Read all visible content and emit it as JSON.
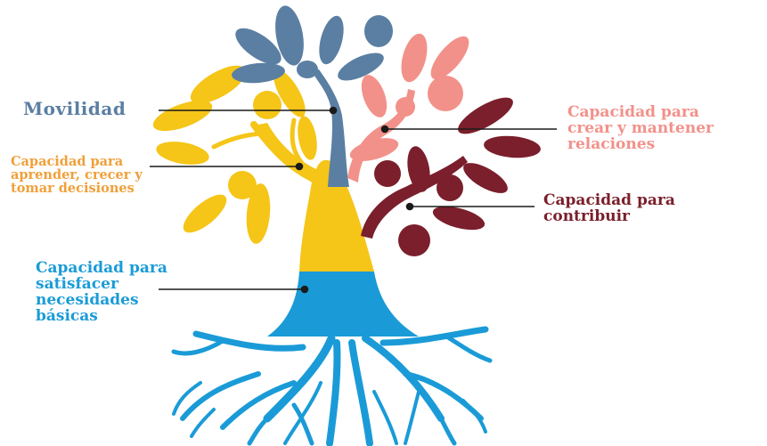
{
  "labels": {
    "movilidad": "Movilidad",
    "aprender": "Capacidad para\naprender, crecer y\ntomar decisiones",
    "satisfacer": "Capacidad para\nsatisfacer\nnecesidades\nbásicas",
    "relaciones": "Capacidad para\ncrear y mantener\nrelaciones",
    "contribuir": "Capacidad para\ncontribuir"
  },
  "colors": {
    "movilidad": "#5b7fa3",
    "aprender": "#f0a03a",
    "aprender_tree": "#f5c518",
    "satisfacer": "#1a9bd7",
    "relaciones": "#f2918a",
    "contribuir": "#7a1f2b",
    "connector": "#1a1a1a"
  }
}
